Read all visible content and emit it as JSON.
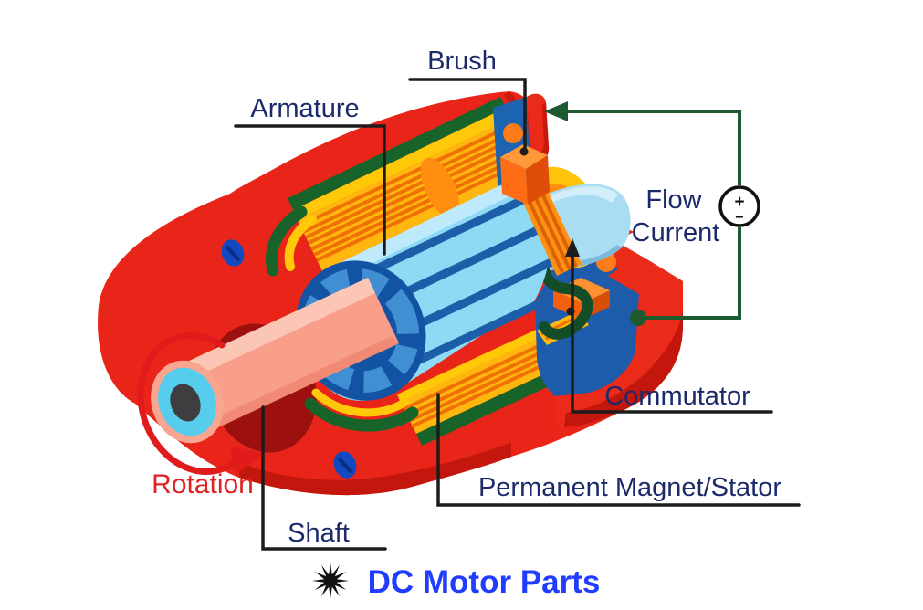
{
  "diagram": {
    "title": "DC Motor Parts",
    "labels": {
      "brush": "Brush",
      "armature": "Armature",
      "flow_line1": "Flow",
      "flow_line2": "Current",
      "commutator": "Commutator",
      "stator": "Permanent Magnet/Stator",
      "rotation": "Rotation",
      "shaft": "Shaft"
    },
    "source_symbol": {
      "plus": "+",
      "minus": "−"
    },
    "colors": {
      "housing_red": "#e92519",
      "housing_shadow": "#c3170d",
      "inner_maroon": "#9c1110",
      "stator_green": "#176329",
      "yellow": "#ffc90a",
      "winding_gold": "#ffb60e",
      "winding_stripe": "#ef7004",
      "armature_blue": "#8ed9f4",
      "armature_groove": "#1c5ea8",
      "face_navy": "#1253a4",
      "face_segment": "#3f8fd2",
      "shaft_salmon": "#f89e8a",
      "shaft_end_cyan": "#56cdec",
      "shaft_core_gray": "#3e3e40",
      "brush_orange": "#fe6c15",
      "commutator_orange": "#ff9014",
      "endcap_blue": "#1d5cab",
      "wire_green": "#134e28",
      "circuit_green": "#1d5a2f",
      "bolt_blue": "#1349c0",
      "label_navy": "#1c2a6a",
      "rotation_red": "#e02222",
      "title_blue": "#1f3cff",
      "line_black": "#1c1c1c"
    }
  }
}
